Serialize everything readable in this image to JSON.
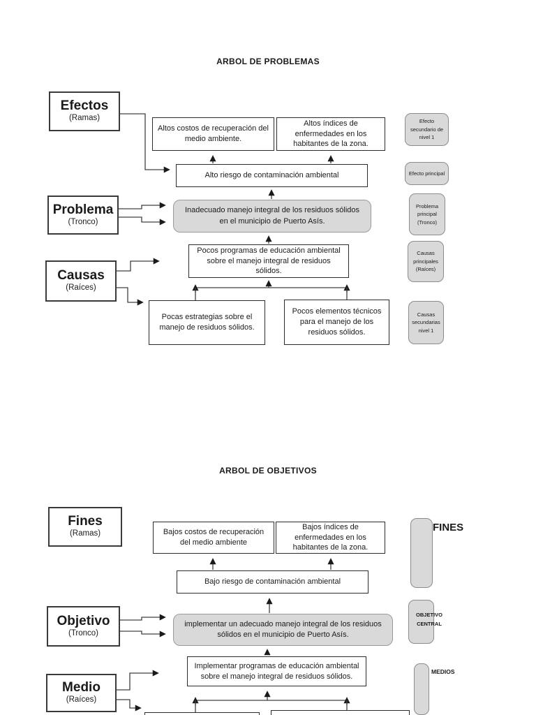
{
  "problem_tree": {
    "title": "ARBOL DE PROBLEMAS",
    "labels": {
      "efectos": {
        "title": "Efectos",
        "subtitle": "(Ramas)"
      },
      "problema": {
        "title": "Problema",
        "subtitle": "(Tronco)"
      },
      "causas": {
        "title": "Causas",
        "subtitle": "(Raíces)"
      }
    },
    "nodes": {
      "effect_left": "Altos costos de recuperación del medio ambiente.",
      "effect_right": "Altos índices de enfermedades en los habitantes de la zona.",
      "effect_main": "Alto riesgo de contaminación ambiental",
      "problem_main": "Inadecuado manejo integral de los residuos sólidos en el municipio de Puerto Asís.",
      "cause_main": "Pocos programas de educación ambiental sobre el manejo integral de residuos sólidos.",
      "cause_left": "Pocas estrategias sobre el manejo de residuos sólidos.",
      "cause_right": "Pocos elementos técnicos para el manejo de los residuos sólidos."
    },
    "legend": [
      "Efecto secundario de nivel 1",
      "Efecto principal",
      "Problema principal (Tronco)",
      "Causas principales (Raíces)",
      "Causas secundarias nivel 1"
    ]
  },
  "objective_tree": {
    "title": "ARBOL DE OBJETIVOS",
    "labels": {
      "fines": {
        "title": "Fines",
        "subtitle": "(Ramas)"
      },
      "objetivo": {
        "title": "Objetivo",
        "subtitle": "(Tronco)"
      },
      "medio": {
        "title": "Medio",
        "subtitle": "(Raíces)"
      }
    },
    "nodes": {
      "end_left": "Bajos costos de recuperación del medio ambiente",
      "end_right": "Bajos índices de enfermedades en los habitantes de la zona.",
      "end_main": "Bajo riesgo de contaminación ambiental",
      "objective_main": "implementar un adecuado manejo integral de los residuos sólidos en el municipio de Puerto Asís.",
      "mean_main": "Implementar programas de educación ambiental sobre el manejo integral de residuos sólidos."
    },
    "legend": [
      "FINES",
      "OBJETIVO CENTRAL",
      "MEDIOS"
    ]
  },
  "colors": {
    "page_background": "#ffffff",
    "node_border": "#2b2b2b",
    "gray_fill": "#d9d9d9",
    "gray_border": "#8c8c8c",
    "connector": "#404040"
  }
}
